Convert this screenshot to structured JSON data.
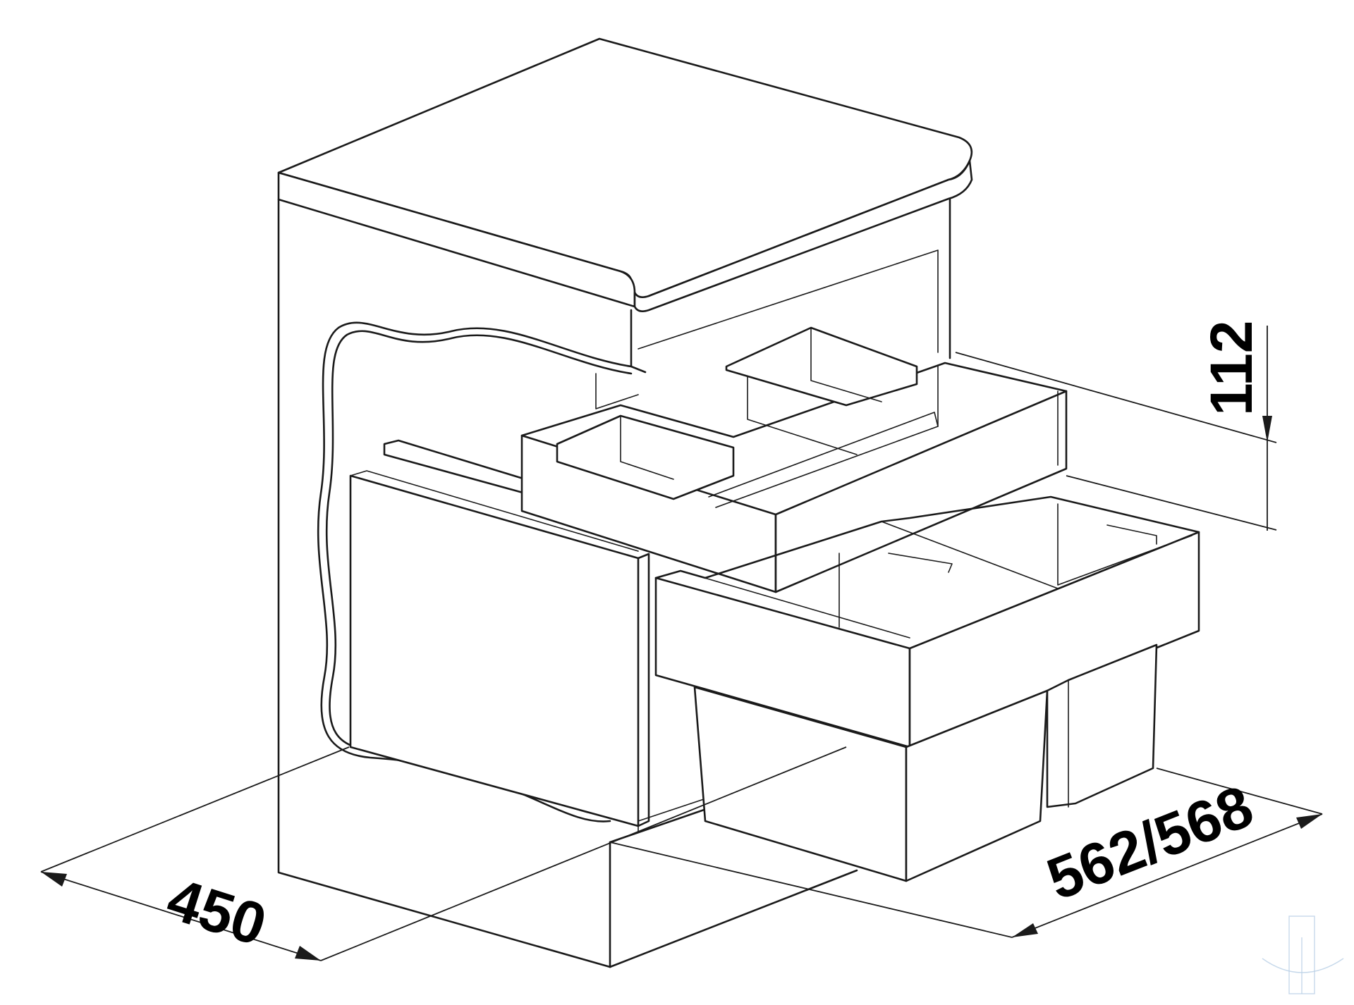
{
  "dimensions": {
    "depth": "450",
    "cabinet_width": "562/568",
    "tray_height": "112"
  },
  "colors": {
    "line": "#1a1a1a",
    "background": "#ffffff",
    "watermark": "#b9cfe6"
  }
}
